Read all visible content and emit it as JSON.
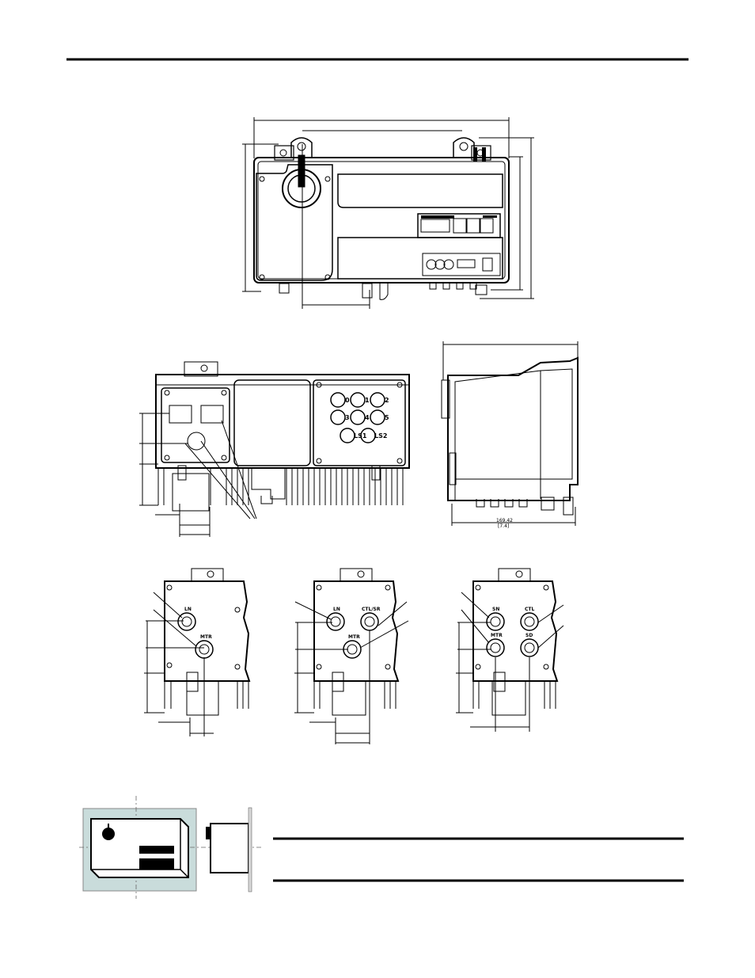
{
  "connector_labels": {
    "bottom_main": [
      "0",
      "1",
      "2",
      "3",
      "4",
      "5",
      "LS1",
      "LS2"
    ],
    "view_a": [
      "LN",
      "MTR"
    ],
    "view_b": [
      "LN",
      "CTL/SR",
      "MTR"
    ],
    "view_c": [
      "SN",
      "CTL",
      "MTR",
      "SD"
    ]
  },
  "depth_dimension": {
    "mm": "169.42",
    "in": "[7.4]"
  },
  "icon": {
    "panel_color": "#c9dcdb"
  }
}
